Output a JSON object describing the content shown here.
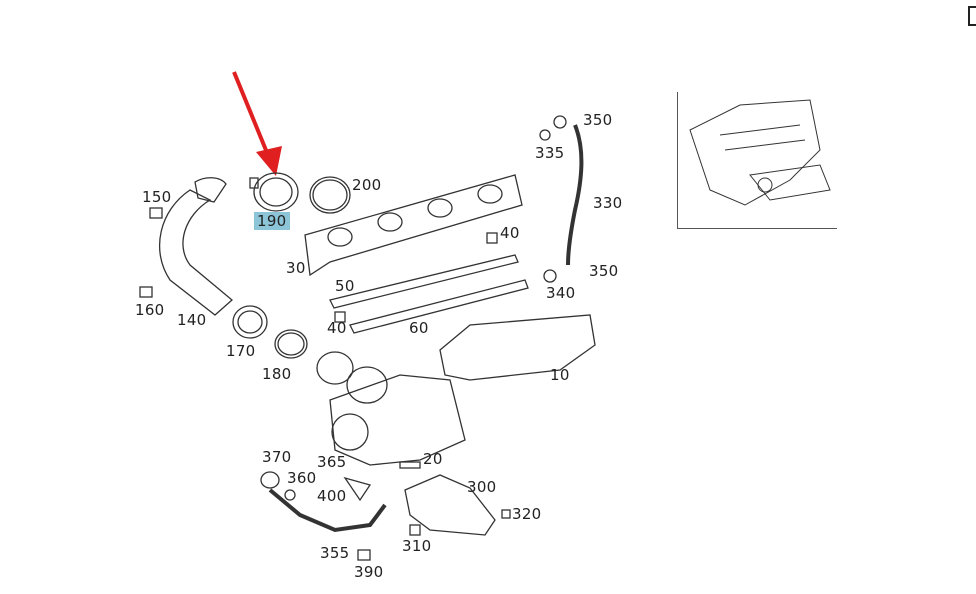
{
  "diagram": {
    "highlight_color": "#8cc4d8",
    "arrow_color": "#e02020",
    "highlighted_part": "190",
    "labels": [
      "150",
      "190",
      "200",
      "350",
      "335",
      "330",
      "40",
      "350",
      "30",
      "50",
      "340",
      "160",
      "140",
      "40",
      "60",
      "170",
      "180",
      "10",
      "370",
      "365",
      "20",
      "360",
      "400",
      "300",
      "320",
      "310",
      "355",
      "390"
    ]
  }
}
